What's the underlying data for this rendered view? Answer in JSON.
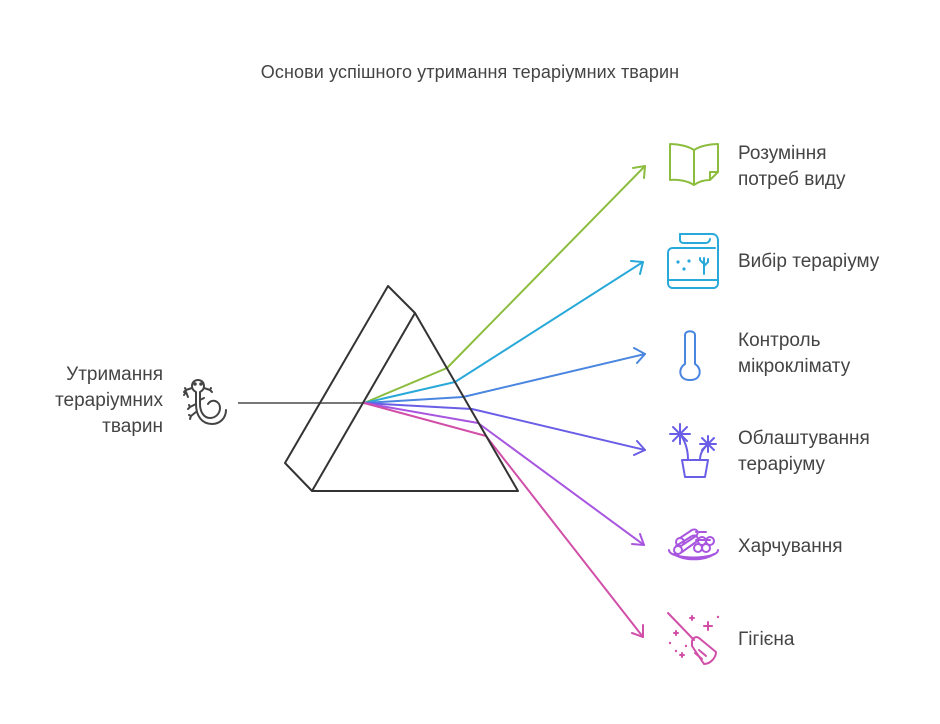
{
  "title": "Основи успішного утримання тераріумних тварин",
  "input": {
    "label_lines": [
      "Утримання",
      "тераріумних",
      "тварин"
    ],
    "icon": "lizard-icon",
    "color": "#444444"
  },
  "prism": {
    "stroke": "#333333"
  },
  "outputs": [
    {
      "label_lines": [
        "Розуміння",
        "потреб виду"
      ],
      "icon": "open-book-icon",
      "color": "#8cbd3f"
    },
    {
      "label_lines": [
        "Вибір тераріуму"
      ],
      "icon": "terrarium-tank-icon",
      "color": "#29a9d9"
    },
    {
      "label_lines": [
        "Контроль",
        "мікроклімату"
      ],
      "icon": "thermometer-icon",
      "color": "#4a86e0"
    },
    {
      "label_lines": [
        "Облаштування",
        "тераріуму"
      ],
      "icon": "potted-plant-icon",
      "color": "#6a5ee6"
    },
    {
      "label_lines": [
        "Харчування"
      ],
      "icon": "food-plate-icon",
      "color": "#a855e0"
    },
    {
      "label_lines": [
        "Гігієна"
      ],
      "icon": "broom-sparkle-icon",
      "color": "#d14fa8"
    }
  ]
}
